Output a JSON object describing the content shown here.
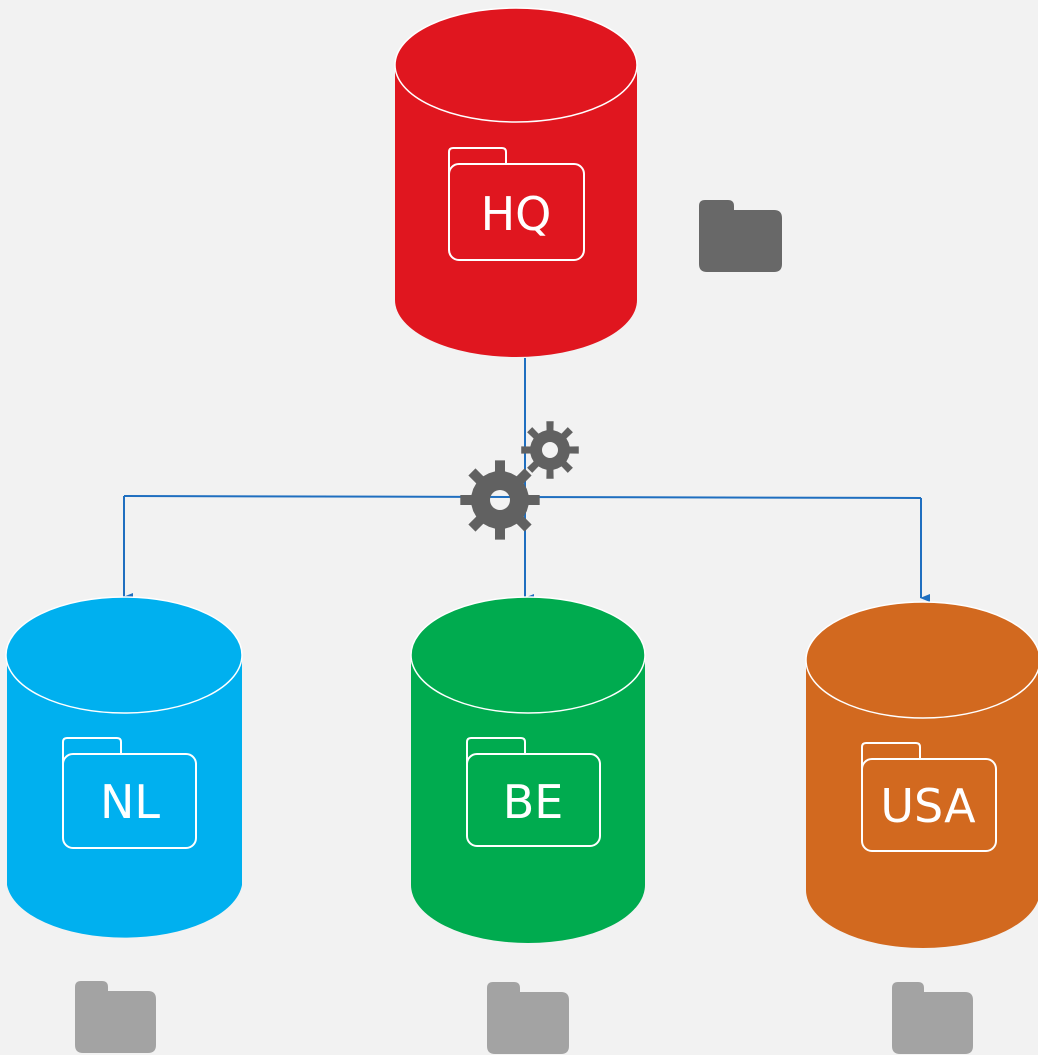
{
  "colors": {
    "background": "#f2f2f2",
    "connector": "#1f6fc0",
    "gear": "#616161",
    "folder_dark": "#686868",
    "folder_light": "#a3a3a3"
  },
  "databases": {
    "hq": {
      "label": "HQ",
      "color": "#e0161f"
    },
    "nl": {
      "label": "NL",
      "color": "#00b0ef"
    },
    "be": {
      "label": "BE",
      "color": "#00ab4f"
    },
    "usa": {
      "label": "USA",
      "color": "#d2691f"
    }
  },
  "icons": [
    "database-icon",
    "folder-icon",
    "gear-icon",
    "arrow-icon"
  ]
}
